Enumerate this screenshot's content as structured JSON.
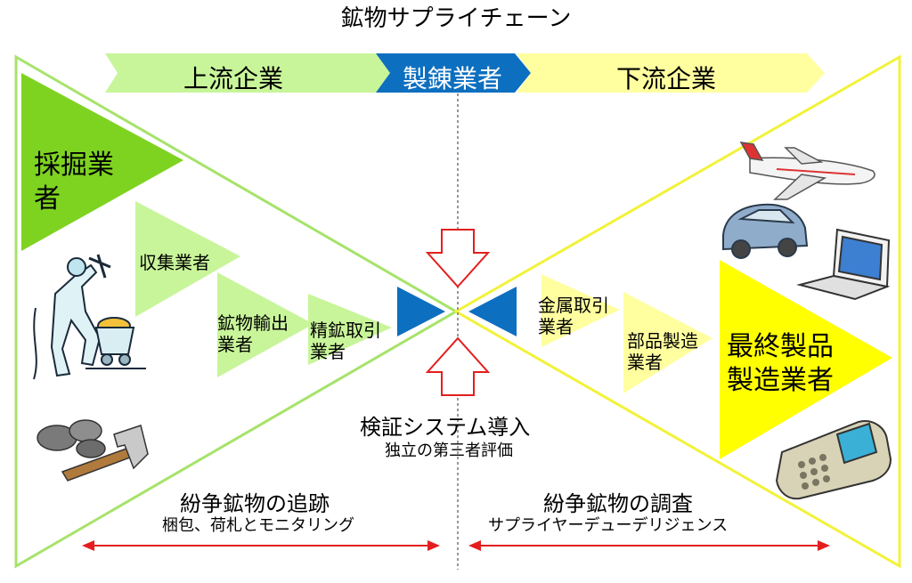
{
  "title": "鉱物サプライチェーン",
  "bands": {
    "upstream": "上流企業",
    "smelter": "製錬業者",
    "downstream": "下流企業"
  },
  "upstream_actors": {
    "miner": [
      "採掘業",
      "者"
    ],
    "collector": "収集業者",
    "exporter": [
      "鉱物輸出",
      "業者"
    ],
    "trader": [
      "精鉱取引",
      "業者"
    ]
  },
  "downstream_actors": {
    "metal_trader": [
      "金属取引",
      "業者"
    ],
    "parts_maker": [
      "部品製造",
      "業者"
    ],
    "final_maker": [
      "最終製品",
      "製造業者"
    ]
  },
  "verification": {
    "title": "検証システム導入",
    "subtitle": "独立の第三者評価"
  },
  "tracking": {
    "title": "紛争鉱物の追跡",
    "subtitle": "梱包、荷札とモニタリング"
  },
  "investigation": {
    "title": "紛争鉱物の調査",
    "subtitle": "サプライヤーデューデリジェンス"
  },
  "colors": {
    "upstream_green": "#7ed321",
    "light_green": "#c8f59a",
    "smelter_blue": "#0d6fbf",
    "downstream_yellow": "#ffff00",
    "light_yellow": "#ffffa0",
    "arrow_red": "#e41e1e"
  }
}
